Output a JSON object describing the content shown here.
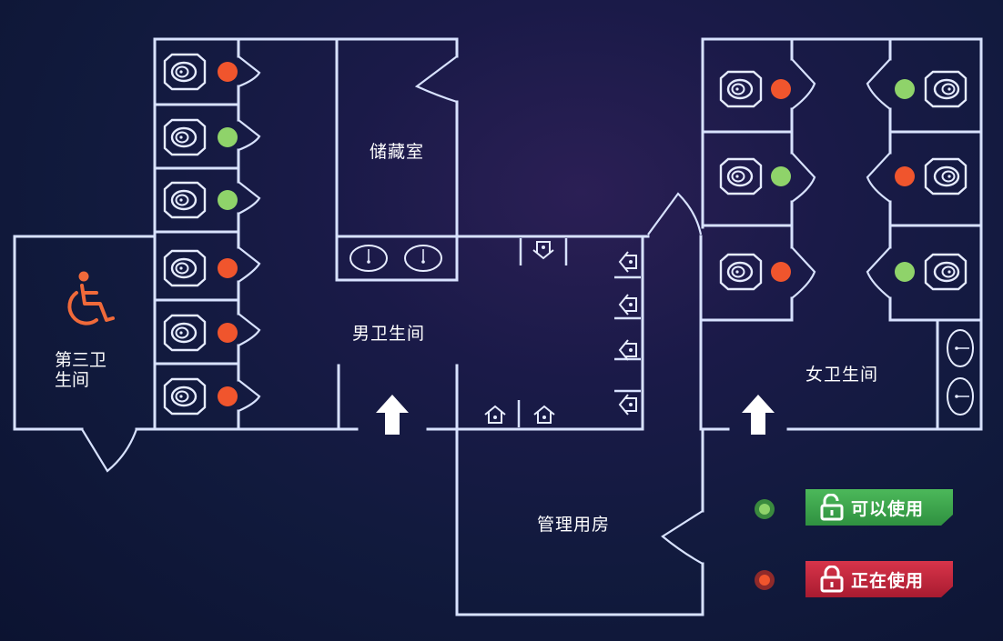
{
  "rooms": {
    "storage": "储藏室",
    "mens": "男卫生间",
    "womens": "女卫生间",
    "accessible_line1": "第三卫",
    "accessible_line2": "生间",
    "management": "管理用房"
  },
  "icons": {
    "accessible": "wheelchair-icon",
    "toilet": "squat-toilet-icon",
    "entry": "up-arrow-icon",
    "lock_open": "unlocked-padlock-icon",
    "lock_closed": "locked-padlock-icon"
  },
  "colors": {
    "wall": "#d8e2ff",
    "available": "#8fd36a",
    "occupied": "#f0552d",
    "accessible_icon": "#f06a3a",
    "available_badge": "#3aa04a",
    "occupied_badge": "#c1273a"
  },
  "stalls": {
    "mens": [
      "occupied",
      "available",
      "available",
      "occupied",
      "occupied",
      "occupied"
    ],
    "womens_left": [
      "occupied",
      "available",
      "occupied"
    ],
    "womens_right": [
      "available",
      "occupied",
      "available"
    ]
  },
  "legend": {
    "available": "可以使用",
    "occupied": "正在使用"
  }
}
